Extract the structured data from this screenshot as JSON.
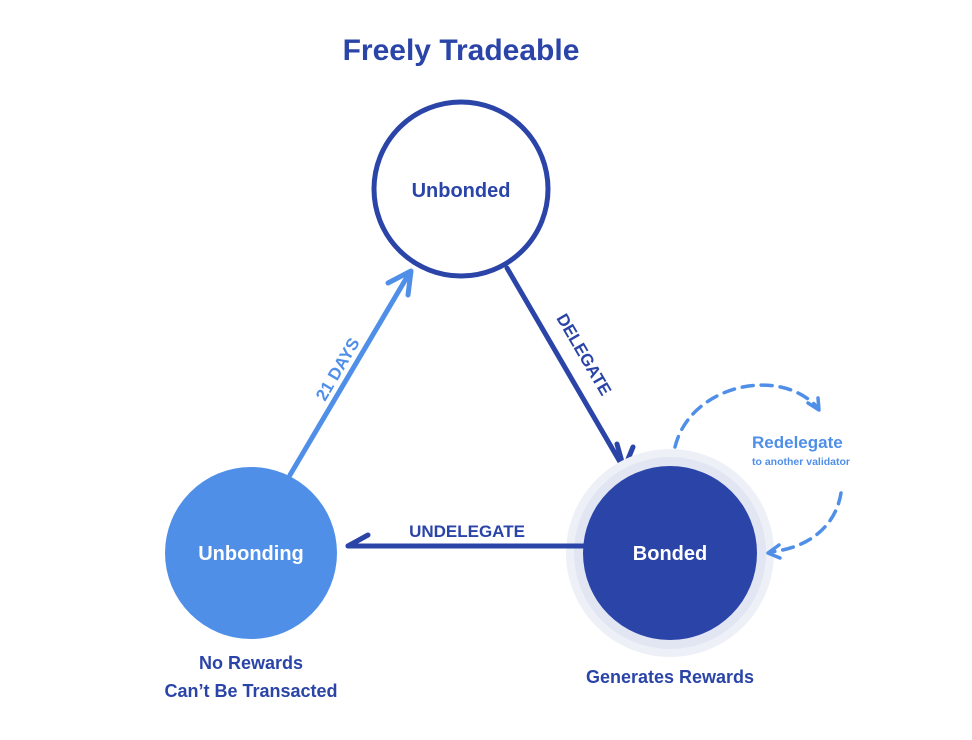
{
  "title": "Freely Tradeable",
  "colors": {
    "dark_blue": "#2a44a8",
    "light_blue": "#4f8fe8",
    "halo": "#e6e9f5",
    "white": "#ffffff"
  },
  "nodes": {
    "unbonded": {
      "label": "Unbonded"
    },
    "unbonding": {
      "label": "Unbonding",
      "caption_line1": "No Rewards",
      "caption_line2": "Can’t Be Transacted"
    },
    "bonded": {
      "label": "Bonded",
      "caption": "Generates Rewards"
    }
  },
  "edges": {
    "delegate": {
      "label": "DELEGATE",
      "from": "Unbonded",
      "to": "Bonded"
    },
    "undelegate": {
      "label": "UNDELEGATE",
      "from": "Bonded",
      "to": "Unbonding"
    },
    "days": {
      "label": "21 DAYS",
      "from": "Unbonding",
      "to": "Unbonded"
    },
    "redelegate": {
      "label": "Redelegate",
      "sublabel": "to another validator",
      "from": "Bonded",
      "to": "Bonded"
    }
  }
}
